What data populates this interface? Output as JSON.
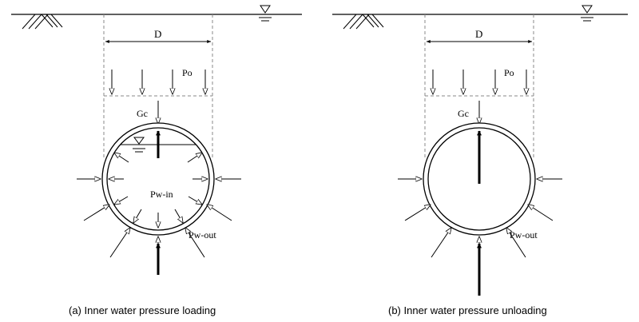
{
  "panel_a": {
    "dimension_label": "D",
    "overburden_label": "Po",
    "gravity_label": "Gc",
    "inner_pressure_label": "Pw-in",
    "outer_pressure_label": "Pw-out",
    "caption": "(a)  Inner water pressure loading"
  },
  "panel_b": {
    "dimension_label": "D",
    "overburden_label": "Po",
    "gravity_label": "Gc",
    "outer_pressure_label": "Pw-out",
    "caption": "(b)  Inner water pressure unloading"
  }
}
